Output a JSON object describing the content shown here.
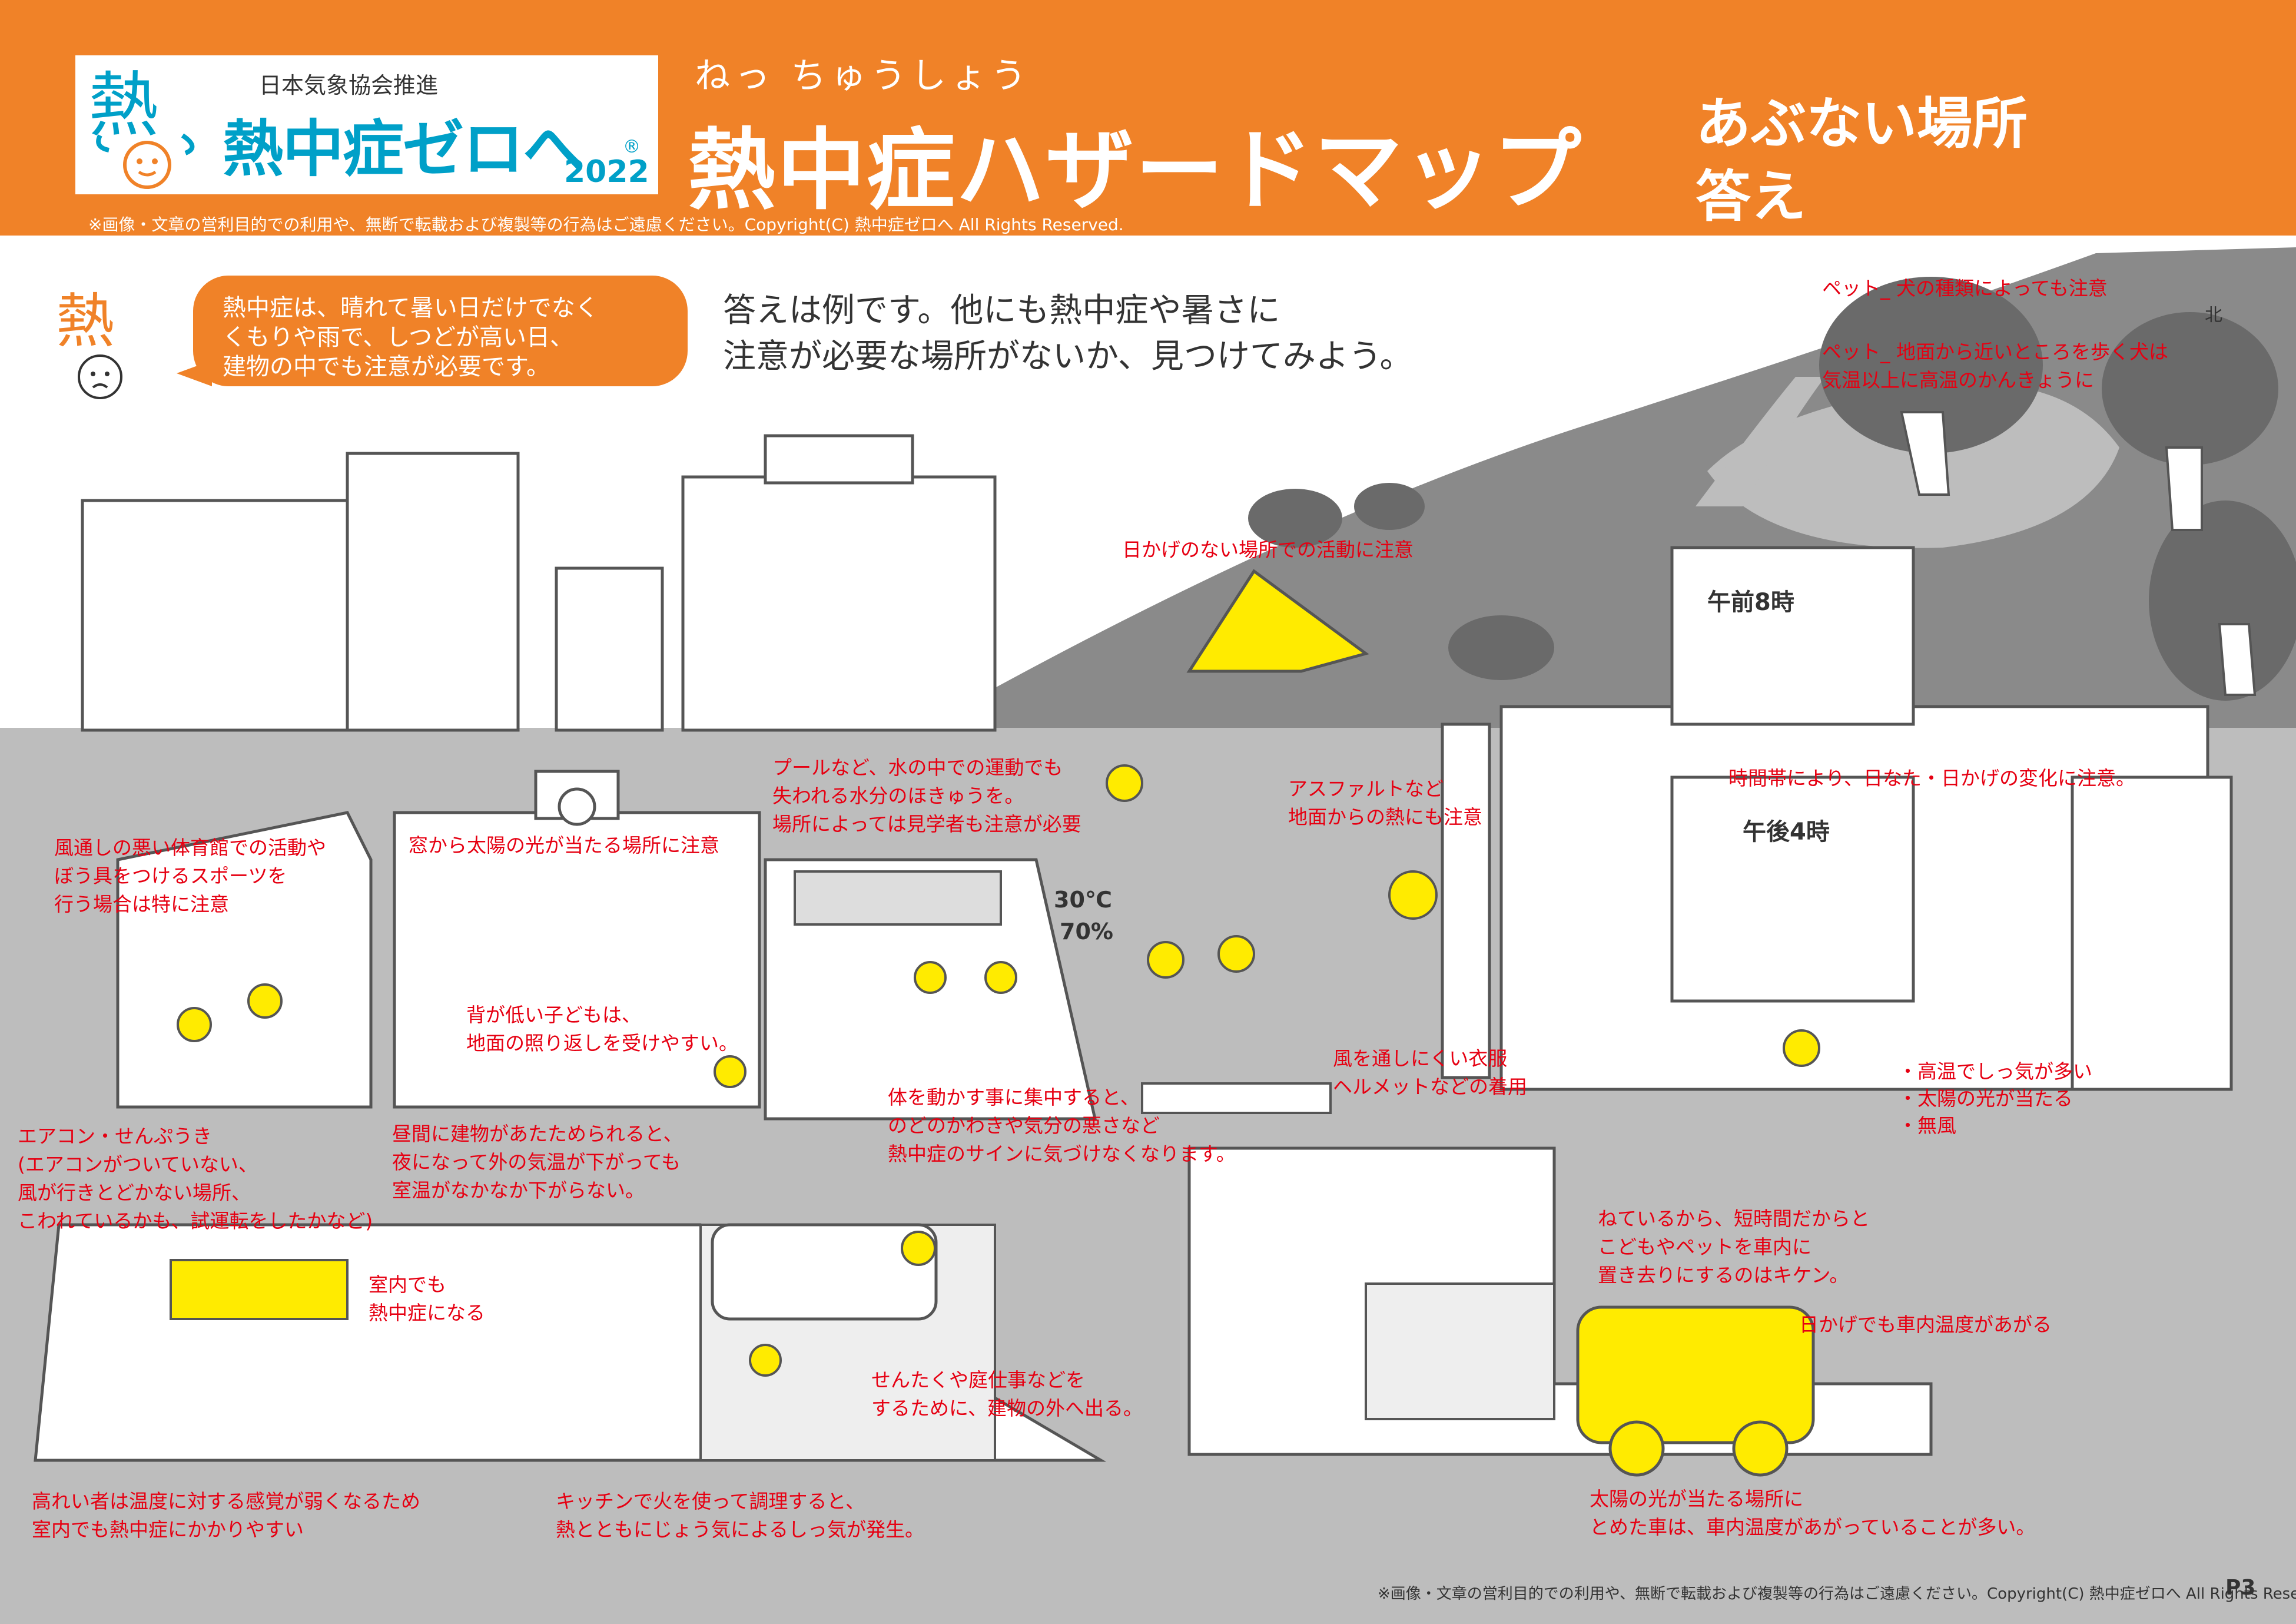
{
  "logo": {
    "subtitle": "日本気象協会推進",
    "name": "熱中症ゼロへ",
    "registered": "®",
    "year": "2022"
  },
  "title": {
    "ruby": "ねっ ちゅうしょう",
    "main": "熱中症ハザードマップ",
    "side_line1": "あぶない場所",
    "side_line2": "答え"
  },
  "header_copyright": "※画像・文章の営利目的での利用や、無断で転載および複製等の行為はご遠慮ください。Copyright(C) 熱中症ゼロへ All Rights Reserved.",
  "intro": {
    "bubble_lines": [
      "熱中症は、晴れて暑い日だけでなく",
      "くもりや雨で、しつどが高い日、",
      "建物の中でも注意が必要です。"
    ],
    "main_lines": [
      "答えは例です。他にも熱中症や暑さに",
      "注意が必要な場所がないか、見つけてみよう。"
    ]
  },
  "compass": {
    "north": "北"
  },
  "time_boxes": {
    "morning": "午前8時",
    "afternoon": "午後4時"
  },
  "sign": {
    "temp": "30℃",
    "humidity": "70%"
  },
  "labels": {
    "pet1": "ペット_ 犬の種類によっても注意",
    "pet2_1": "ペット_ 地面から近いところを歩く犬は",
    "pet2_2": "気温以上に高温のかんきょうに",
    "shade": "日かげのない場所での活動に注意",
    "time_change": "時間帯により、日なた・日かげの変化に注意。",
    "pool_1": "プールなど、水の中での運動でも",
    "pool_2": "失われる水分のほきゅうを。",
    "pool_3": "場所によっては見学者も注意が必要",
    "asphalt_1": "アスファルトなど",
    "asphalt_2": "地面からの熱にも注意",
    "gym_1": "風通しの悪い体育館での活動や",
    "gym_2": "ぼう具をつけるスポーツを",
    "gym_3": "行う場合は特に注意",
    "window": "窓から太陽の光が当たる場所に注意",
    "child_1": "背が低い子どもは、",
    "child_2": "地面の照り返しを受けやすい。",
    "clothes_1": "風を通しにくい衣服",
    "clothes_2": "ヘルメットなどの着用",
    "city_1": "・高温でしっ気が多い",
    "city_2": "・太陽の光が当たる",
    "city_3": "・無風",
    "focus_1": "体を動かす事に集中すると、",
    "focus_2": "のどのかわきや気分の悪さなど",
    "focus_3": "熱中症のサインに気づけなくなります。",
    "aircon_1": "エアコン・せんぷうき",
    "aircon_2": "(エアコンがついていない、",
    "aircon_3": "風が行きとどかない場所、",
    "aircon_4": "こわれているかも、試運転をしたかなど)",
    "night_1": "昼間に建物があたためられると、",
    "night_2": "夜になって外の気温が下がっても",
    "night_3": "室温がなかなか下がらない。",
    "indoor_1": "室内でも",
    "indoor_2": "熱中症になる",
    "car_1": "ねているから、短時間だからと",
    "car_2": "こどもやペットを車内に",
    "car_3": "置き去りにするのはキケン。",
    "shade_car": "日かげでも車内温度があがる",
    "laundry_1": "せんたくや庭仕事などを",
    "laundry_2": "するために、建物の外へ出る。",
    "elderly_1": "高れい者は温度に対する感覚が弱くなるため",
    "elderly_2": "室内でも熱中症にかかりやすい",
    "kitchen_1": "キッチンで火を使って調理すると、",
    "kitchen_2": "熱とともにじょう気によるしっ気が発生。",
    "sun_car_1": "太陽の光が当たる場所に",
    "sun_car_2": "とめた車は、車内温度があがっていることが多い。"
  },
  "footer_copyright": "※画像・文章の営利目的での利用や、無断で転載および複製等の行為はご遠慮ください。Copyright(C) 熱中症ゼロへ All Rights Reserved.",
  "page_number": "P3",
  "colors": {
    "orange": "#f08228",
    "yellow": "#ffeb00",
    "red_text": "#e60012",
    "gray_ground": "#bdbdbd",
    "dark_gray": "#7d7d7d",
    "logo_blue": "#00a0c8"
  }
}
